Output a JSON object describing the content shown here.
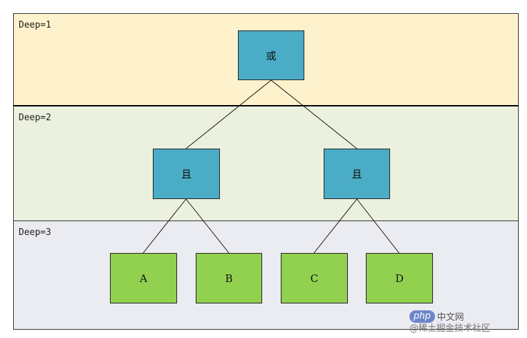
{
  "levels": [
    {
      "label": "Deep=1"
    },
    {
      "label": "Deep=2"
    },
    {
      "label": "Deep=3"
    }
  ],
  "nodes": {
    "root": "或",
    "and_left": "且",
    "and_right": "且",
    "a": "A",
    "b": "B",
    "c": "C",
    "d": "D"
  },
  "colors": {
    "operator_node": "#4bacc6",
    "leaf_node": "#92d050",
    "band_1": "#fef2cd",
    "band_2": "#ebf1de",
    "band_3": "#ebebf2"
  },
  "watermark": {
    "site_badge": "php",
    "site_text": "中文网",
    "community": "@稀土掘金技术社区"
  }
}
